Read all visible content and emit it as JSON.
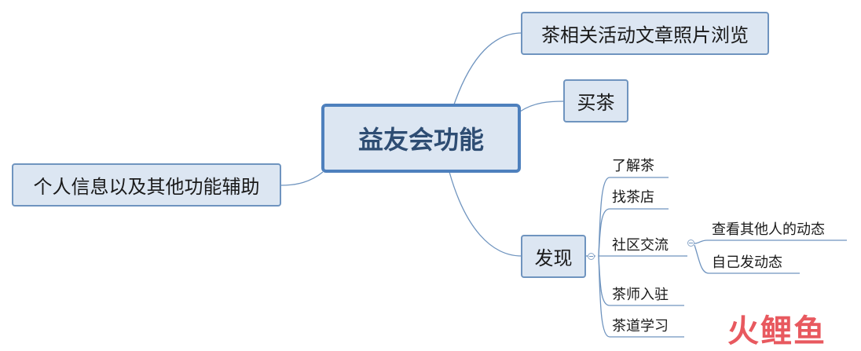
{
  "central": {
    "label": "益友会功能"
  },
  "topics": {
    "browse": "茶相关活动文章照片浏览",
    "buy": "买茶",
    "personal": "个人信息以及其他功能辅助",
    "discover": "发现"
  },
  "discover_items": {
    "understand_tea": "了解茶",
    "find_shop": "找茶店",
    "community": "社区交流",
    "master": "茶师入驻",
    "tea_study": "茶道学习"
  },
  "community_items": {
    "others_updates": "查看其他人的动态",
    "post_update": "自己发动态"
  },
  "watermark": {
    "text": "火鲤鱼"
  }
}
